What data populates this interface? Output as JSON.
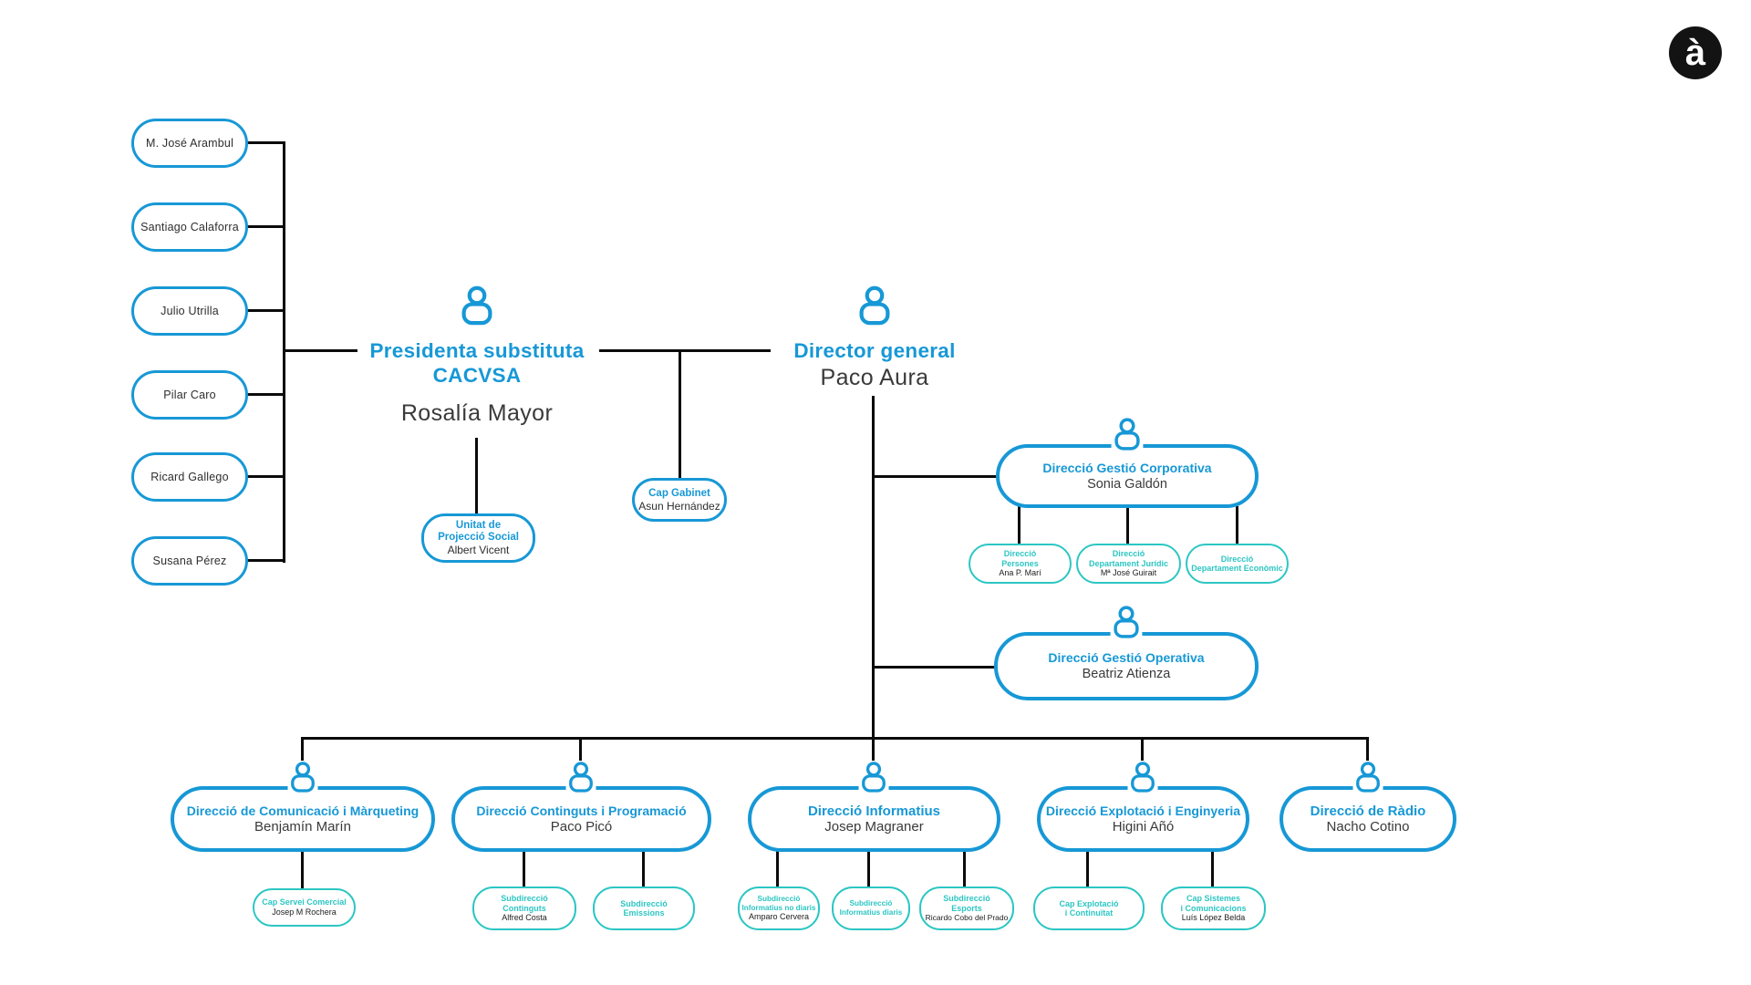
{
  "logo": {
    "letter": "à"
  },
  "colors": {
    "blue": "#1798d6",
    "teal": "#2cc6c3",
    "connector": "#0b0b0b"
  },
  "board": [
    "M. José Arambul",
    "Santiago Calaforra",
    "Julio Utrilla",
    "Pilar Caro",
    "Ricard Gallego",
    "Susana Pérez"
  ],
  "presidency": {
    "title": "Presidenta substituta\nCACVSA",
    "person": "Rosalía Mayor"
  },
  "director_general": {
    "title": "Director general",
    "person": "Paco Aura"
  },
  "staff": {
    "cap_gabinet": {
      "title": "Cap Gabinet",
      "person": "Asun Hernández"
    },
    "unitat_projeccio_social": {
      "title": "Unitat de\nProjecció Social",
      "person": "Albert Vicent"
    }
  },
  "gestio_corporativa": {
    "title": "Direcció Gestió Corporativa",
    "person": "Sonia Galdón",
    "children": [
      {
        "title": "Direcció\nPersones",
        "person": "Ana P. Marí"
      },
      {
        "title": "Direcció\nDepartament Jurídic",
        "person": "Mª José Guirait"
      },
      {
        "title": "Direcció\nDepartament Econòmic",
        "person": ""
      }
    ]
  },
  "gestio_operativa": {
    "title": "Direcció Gestió Operativa",
    "person": "Beatriz Atienza"
  },
  "directions": [
    {
      "title": "Direcció de Comunicació i Màrqueting",
      "person": "Benjamín Marín",
      "children": [
        {
          "title": "Cap Servei Comercial",
          "person": "Josep M Rochera"
        }
      ]
    },
    {
      "title": "Direcció Continguts i Programació",
      "person": "Paco Picó",
      "children": [
        {
          "title": "Subdirecció\nContinguts",
          "person": "Alfred Costa"
        },
        {
          "title": "Subdirecció\nEmissions",
          "person": ""
        }
      ]
    },
    {
      "title": "Direcció Informatius",
      "person": "Josep Magraner",
      "children": [
        {
          "title": "Subdirecció\nInformatius no diaris",
          "person": "Amparo Cervera"
        },
        {
          "title": "Subdirecció\nInformatius diaris",
          "person": ""
        },
        {
          "title": "Subdirecció\nEsports",
          "person": "Ricardo Cobo del Prado"
        }
      ]
    },
    {
      "title": "Direcció Explotació i Enginyeria",
      "person": "Higini Añó",
      "children": [
        {
          "title": "Cap Explotació\ni Continuïtat",
          "person": ""
        },
        {
          "title": "Cap Sistemes\ni Comunicacions",
          "person": "Luís López Belda"
        }
      ]
    },
    {
      "title": "Direcció de Ràdio",
      "person": "Nacho Cotino",
      "children": []
    }
  ]
}
